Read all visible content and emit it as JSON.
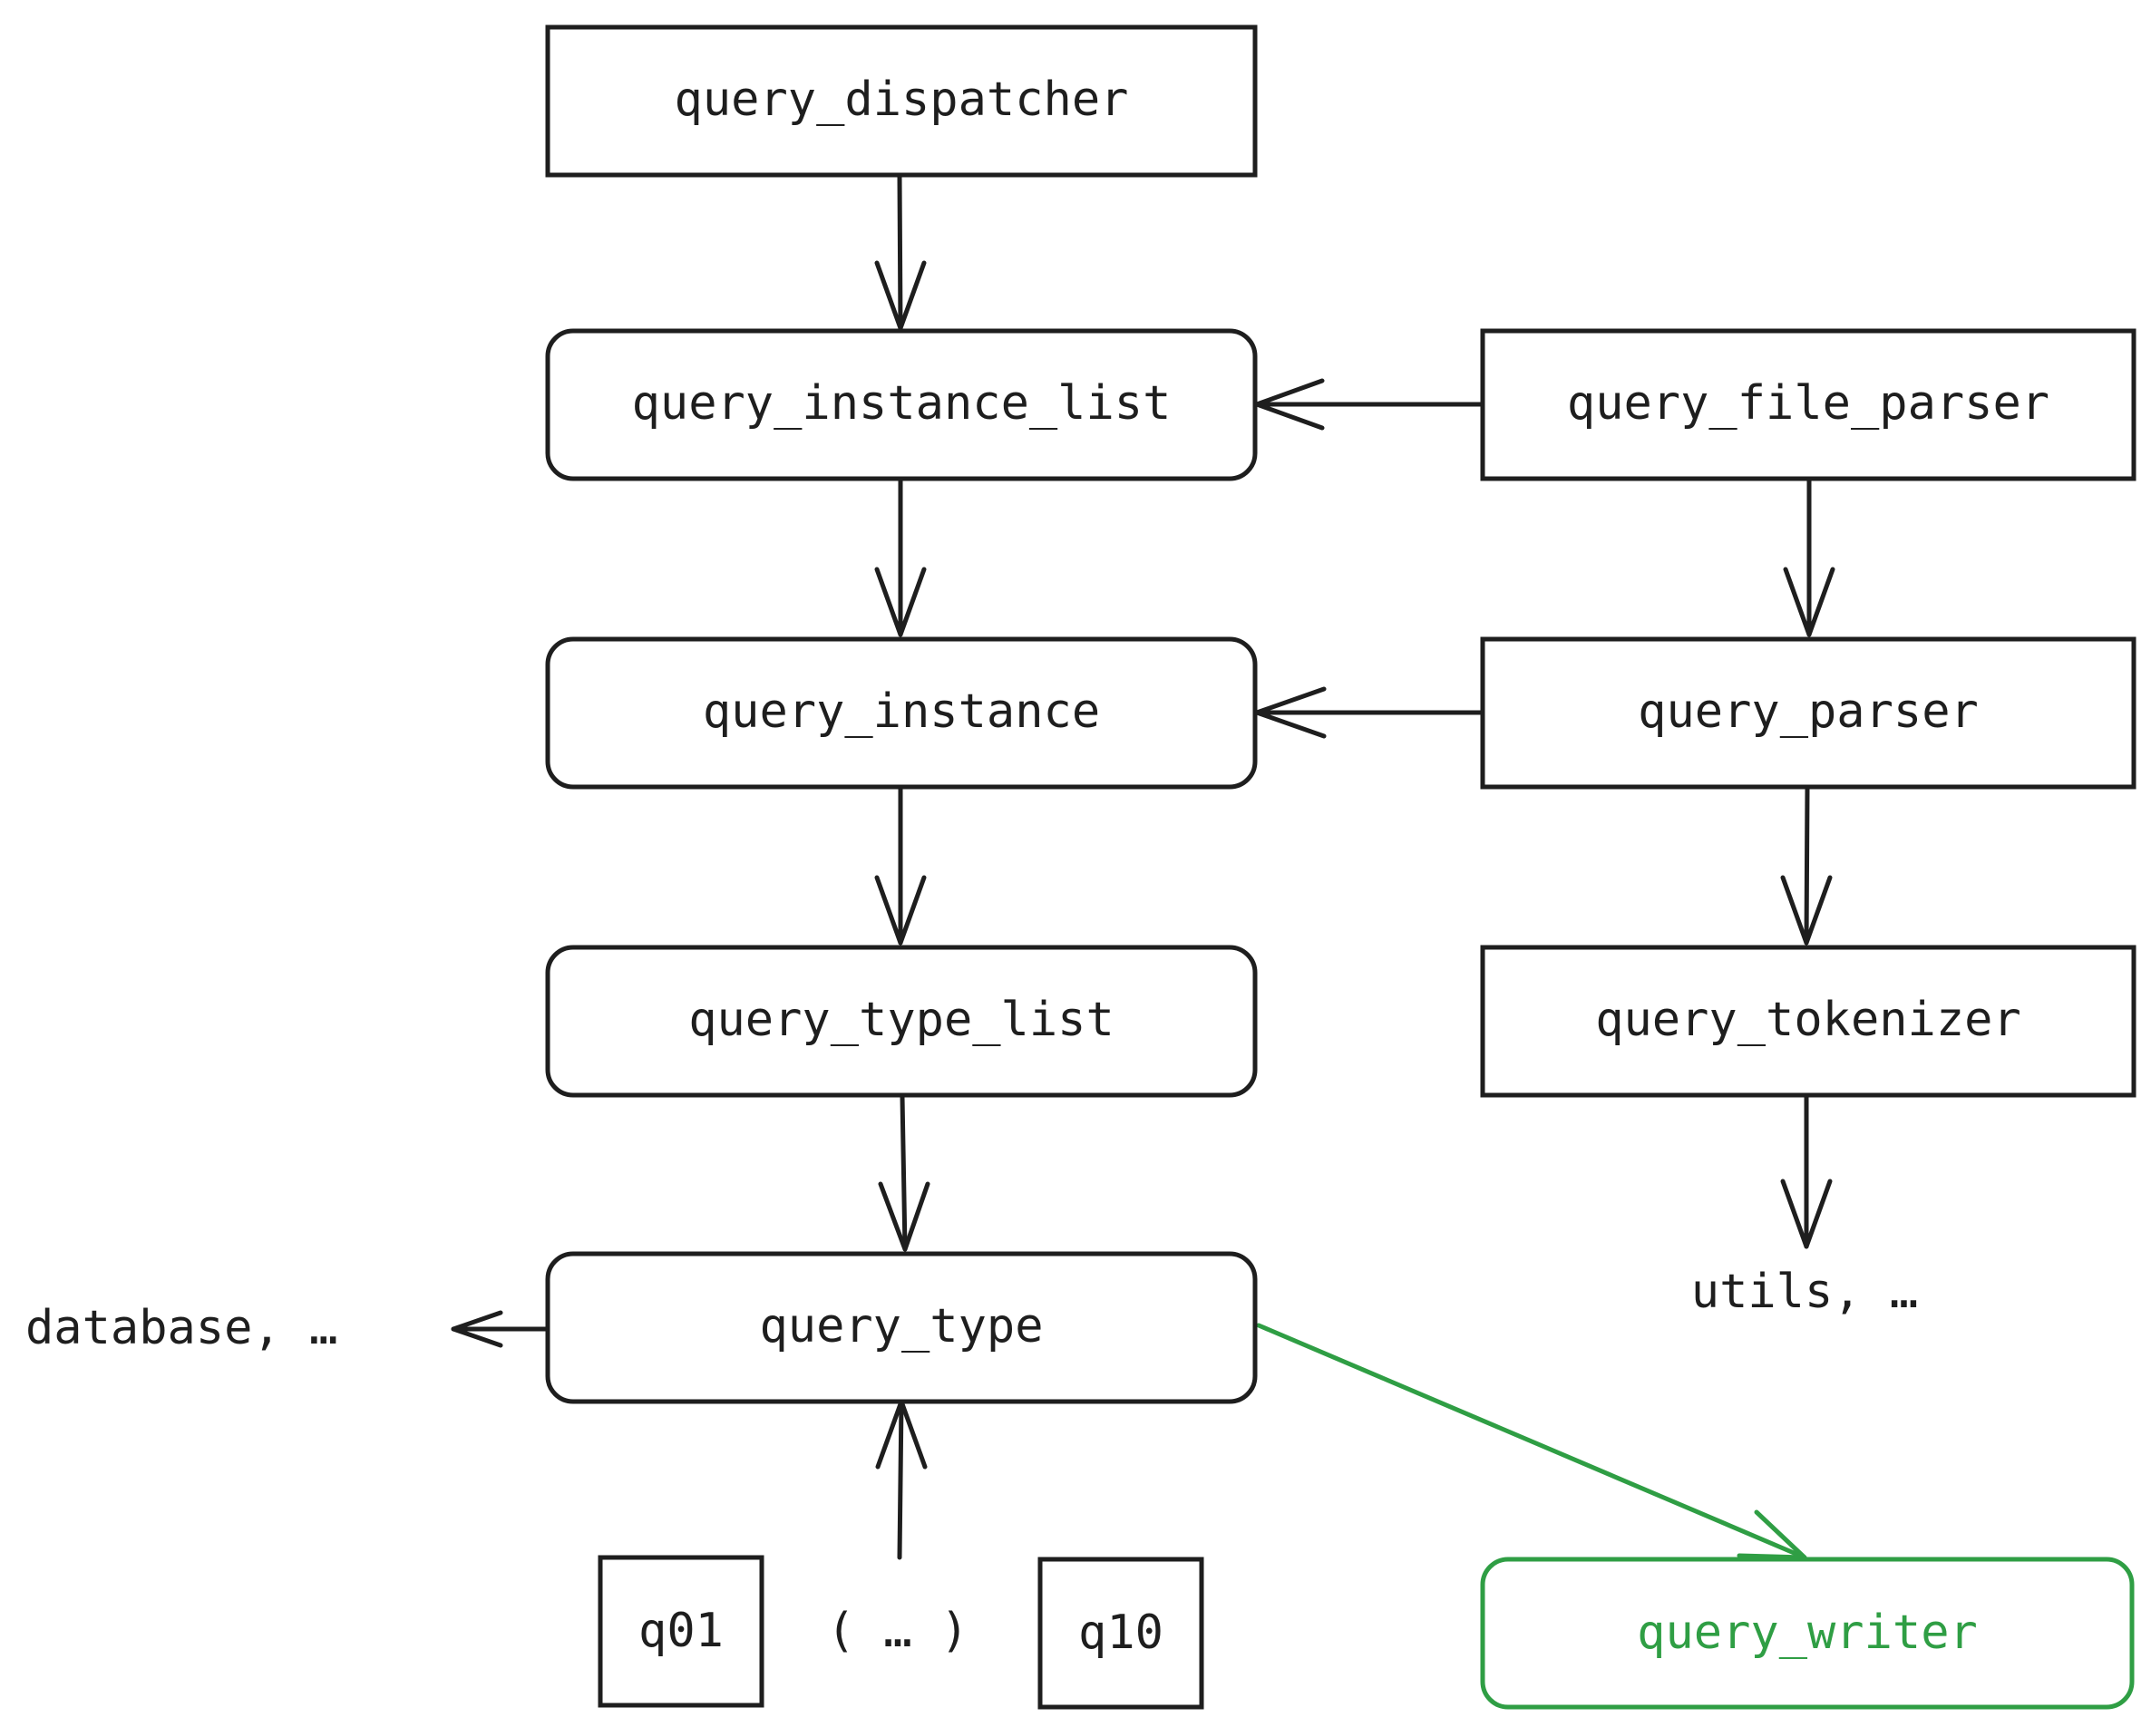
{
  "diagram": {
    "nodes": {
      "query_dispatcher": "query_dispatcher",
      "query_instance_list": "query_instance_list",
      "query_instance": "query_instance",
      "query_type_list": "query_type_list",
      "query_type": "query_type",
      "query_file_parser": "query_file_parser",
      "query_parser": "query_parser",
      "query_tokenizer": "query_tokenizer",
      "query_writer": "query_writer",
      "q01": "q01",
      "q10": "q10"
    },
    "labels": {
      "database": "database, …",
      "utils": "utils, …",
      "ellipsis": "( … )"
    },
    "colors": {
      "stroke": "#1e1e1e",
      "highlight": "#2f9e44"
    }
  }
}
